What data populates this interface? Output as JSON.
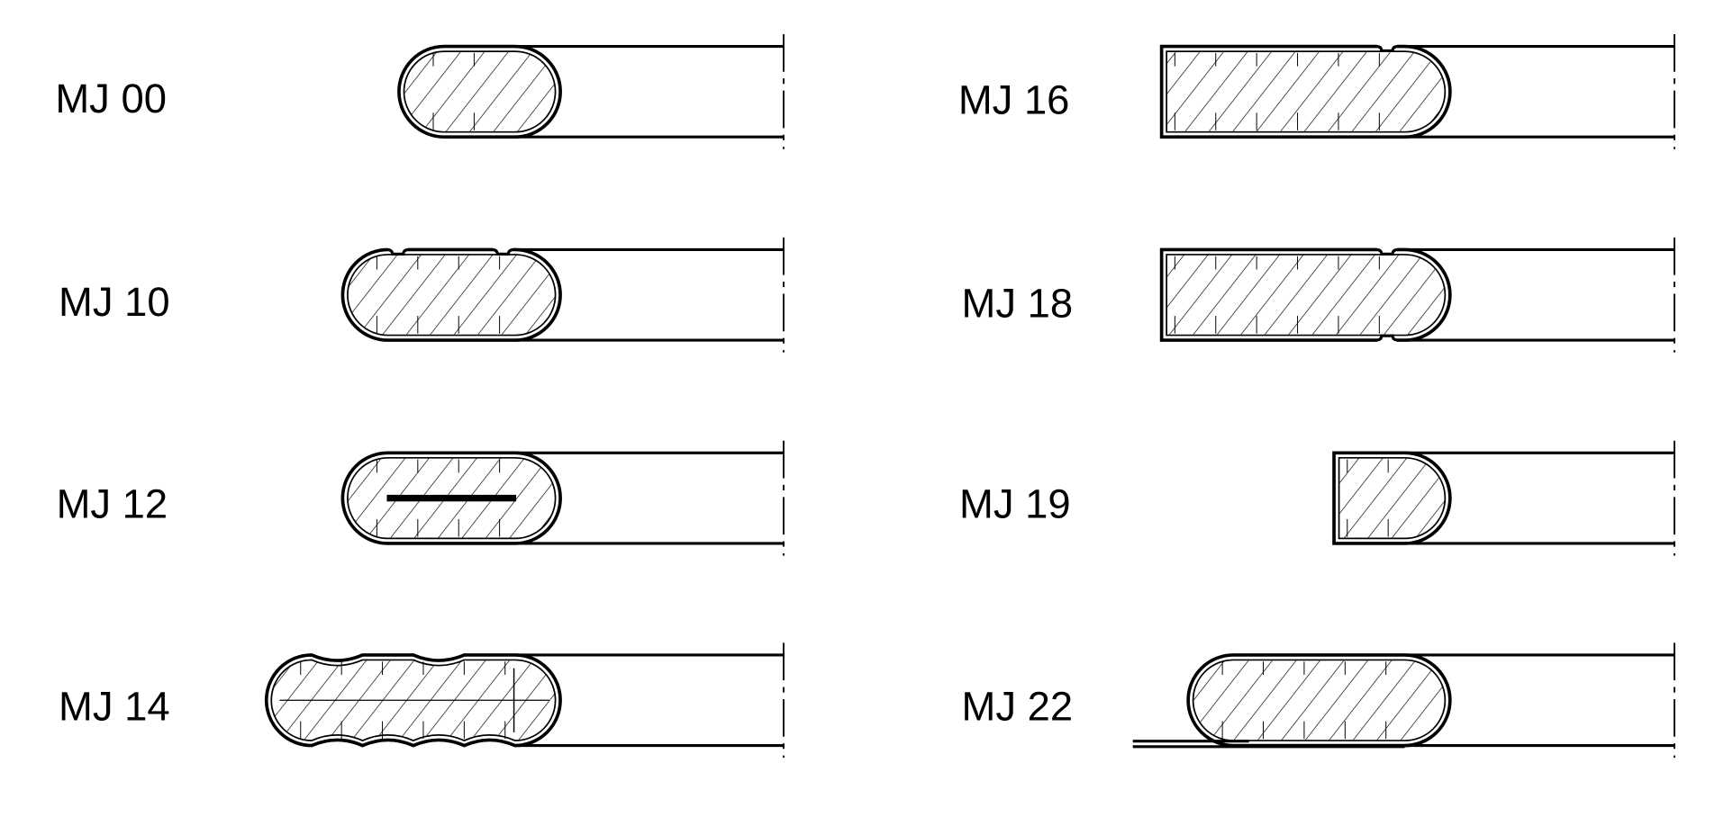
{
  "diagram": {
    "items": [
      {
        "label": "MJ 00",
        "type": "plain"
      },
      {
        "label": "MJ 10",
        "type": "grooved"
      },
      {
        "label": "MJ 12",
        "type": "insert"
      },
      {
        "label": "MJ 14",
        "type": "corrugated"
      },
      {
        "label": "MJ 16",
        "type": "square-left-notch-top"
      },
      {
        "label": "MJ 18",
        "type": "square-left-notch-both"
      },
      {
        "label": "MJ 19",
        "type": "short-square-left"
      },
      {
        "label": "MJ 22",
        "type": "with-strip"
      }
    ],
    "colors": {
      "line": "#000000",
      "background": "#ffffff"
    }
  }
}
